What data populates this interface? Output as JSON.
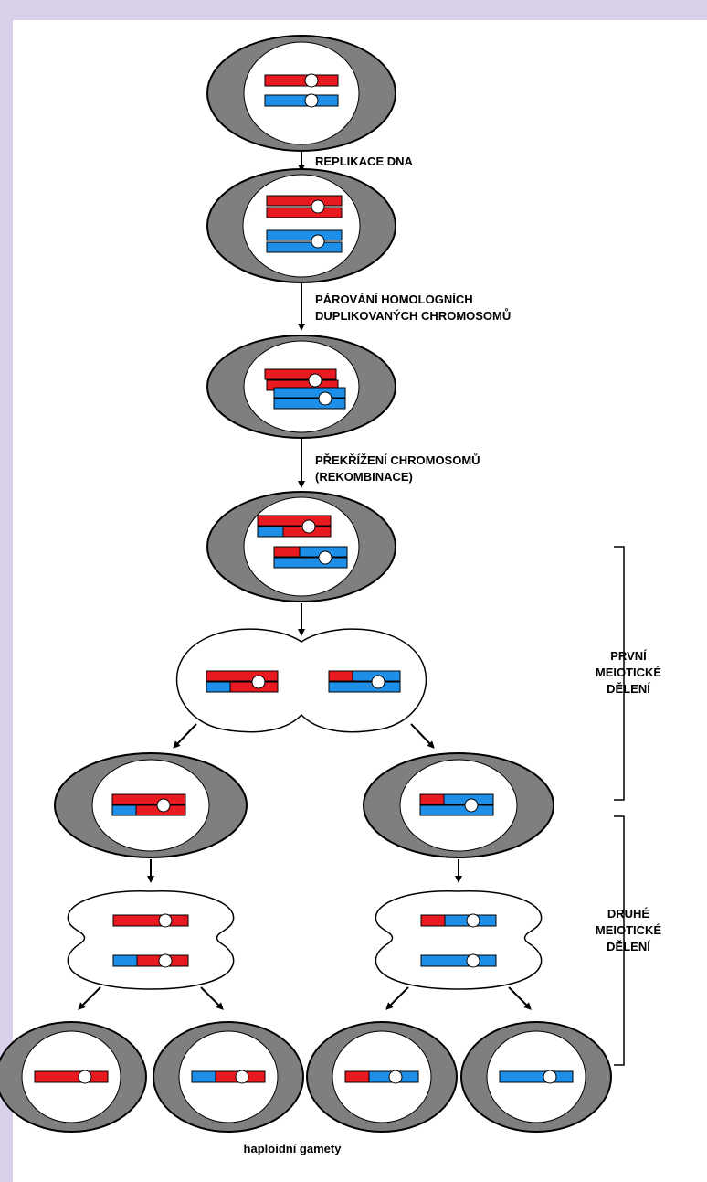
{
  "colors": {
    "background": "#d9d0ea",
    "paper": "#ffffff",
    "cell_ring": "#7f7f7f",
    "nucleus": "#ffffff",
    "maternal_chromosome": "#e8191f",
    "paternal_chromosome": "#1e8fe8",
    "outline": "#000000"
  },
  "steps": {
    "replication": "REPLIKACE DNA",
    "pairing_line1": "PÁROVÁNÍ HOMOLOGNÍCH",
    "pairing_line2": "DUPLIKOVANÝCH CHROMOSOMŮ",
    "crossover_line1": "PŘEKŘÍŽENÍ CHROMOSOMŮ",
    "crossover_line2": "(REKOMBINACE)"
  },
  "divisions": {
    "first_line1": "PRVNÍ",
    "first_line2": "MEIOTICKÉ",
    "first_line3": "DĚLENÍ",
    "second_line1": "DRUHÉ",
    "second_line2": "MEIOTICKÉ",
    "second_line3": "DĚLENÍ"
  },
  "caption": "haploidní gamety"
}
